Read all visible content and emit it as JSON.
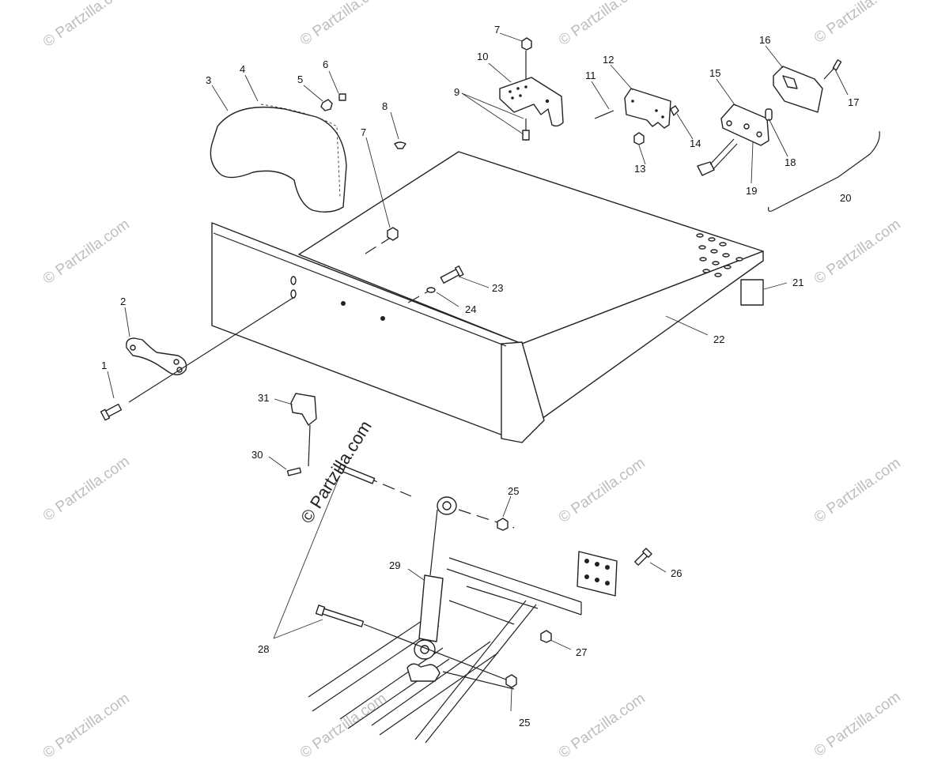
{
  "watermark_text": "© Partzilla.com",
  "center_watermark_text": "© Partzilla.com",
  "callouts": [
    "1",
    "2",
    "3",
    "4",
    "5",
    "6",
    "7",
    "7",
    "8",
    "9",
    "10",
    "11",
    "12",
    "13",
    "14",
    "15",
    "16",
    "17",
    "18",
    "19",
    "20",
    "21",
    "22",
    "23",
    "24",
    "25",
    "25",
    "26",
    "27",
    "28",
    "29",
    "30",
    "31"
  ],
  "colors": {
    "line": "#222222",
    "watermark": "#bdbdbd",
    "background": "#ffffff"
  }
}
